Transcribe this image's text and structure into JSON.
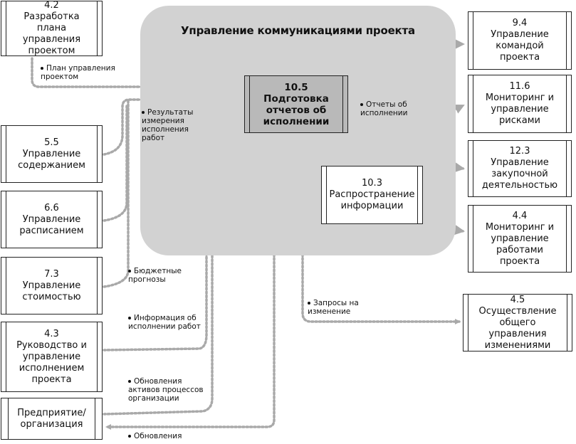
{
  "area_title": "Управление коммуникациями проекта",
  "boxes": {
    "b42": {
      "num": "4.2",
      "title": "Разработка плана управления проектом"
    },
    "b55": {
      "num": "5.5",
      "title": "Управление содержанием"
    },
    "b66": {
      "num": "6.6",
      "title": "Управление расписанием"
    },
    "b73": {
      "num": "7.3",
      "title": "Управление стоимостью"
    },
    "b43": {
      "num": "4.3",
      "title": "Руководство и управление исполнением проекта"
    },
    "ent": {
      "num": "",
      "title": "Предприятие/ организация"
    },
    "b105": {
      "num": "10.5",
      "title": "Подготовка отчетов об исполнении"
    },
    "b103": {
      "num": "10.3",
      "title": "Распространение информации"
    },
    "b94": {
      "num": "9.4",
      "title": "Управление командой проекта"
    },
    "b116": {
      "num": "11.6",
      "title": "Мониторинг и управление рисками"
    },
    "b123": {
      "num": "12.3",
      "title": "Управление закупочной деятельностью"
    },
    "b44": {
      "num": "4.4",
      "title": "Мониторинг и управление работами проекта"
    },
    "b45": {
      "num": "4.5",
      "title": "Осуществление общего управления изменениями"
    }
  },
  "labels": {
    "plan": "План управления проектом",
    "results": "Результаты измерения исполнения работ",
    "budget": "Бюджетные прогнозы",
    "workinfo": "Информация об исполнении работ",
    "assets": "Обновления активов процессов организации",
    "updates": "Обновления",
    "reports": "Отчеты об исполнении",
    "changes": "Запросы на изменение"
  },
  "colors": {
    "area": "#d2d2d2",
    "main_box": "#b9b9b9",
    "dotted": "#a9a9a9",
    "dark_arrow": "#111111"
  }
}
